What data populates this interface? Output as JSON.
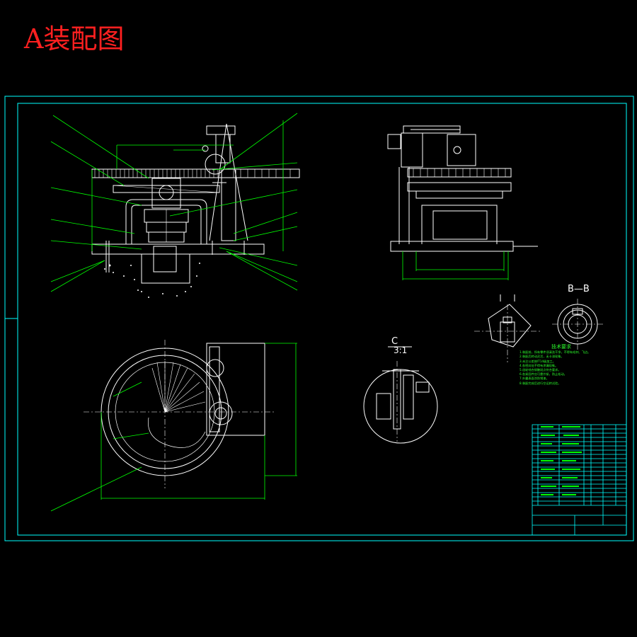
{
  "title": "A装配图",
  "views": {
    "section_bb": "B—B",
    "section_c": "C",
    "section_c_scale": "3:1"
  },
  "tech_requirements": {
    "title": "技术要求",
    "items": [
      "1.装配前，所有零件须清洗干净，不得有毛刺、飞边。",
      "2.装配后转动灵活，无卡滞现象。",
      "3.未注公差按IT14级加工。",
      "4.各密封处不得有渗漏现象。",
      "5.齿轮啮合接触斑点符合要求。",
      "6.各紧固件应可靠拧紧，防止松动。",
      "7.外露表面涂防锈漆。",
      "8.装配完成后进行空运转试验。"
    ]
  },
  "colors": {
    "frame": "#00ffff",
    "outline": "#ffffff",
    "dimension": "#00ff00",
    "title": "#ff2020"
  }
}
